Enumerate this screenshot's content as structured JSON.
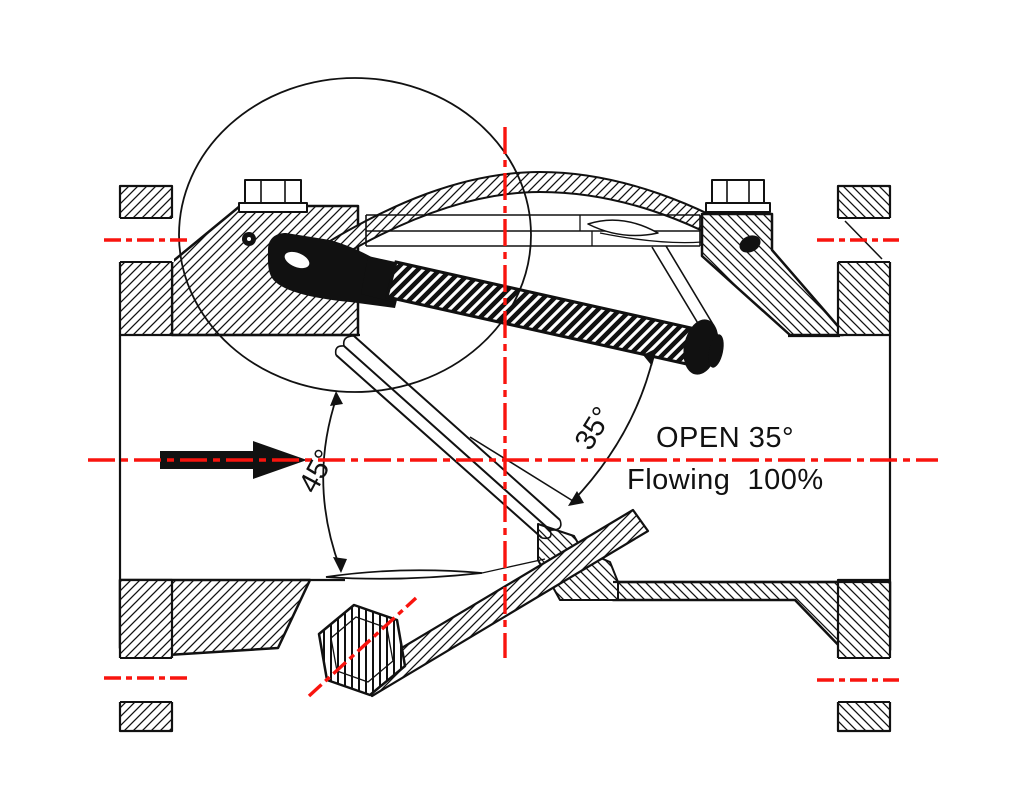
{
  "diagram": {
    "title": "swing-check-valve-cross-section",
    "labels": {
      "open": "OPEN 35°",
      "flowing": "Flowing  100%",
      "angle_seat": "45°",
      "angle_open": "35°"
    },
    "values": {
      "open_angle_deg": 35,
      "seat_angle_deg": 45,
      "flow_percent": 100
    },
    "colors": {
      "ink": "#111111",
      "centerline": "#f9140e",
      "background": "#ffffff"
    }
  }
}
